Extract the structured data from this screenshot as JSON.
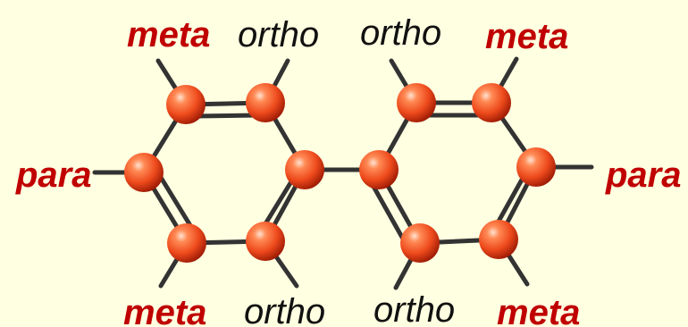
{
  "labels": {
    "meta_top_left": "meta",
    "ortho_top_left": "ortho",
    "ortho_top_right": "ortho",
    "meta_top_right": "meta",
    "para_left": "para",
    "para_right": "para",
    "meta_bottom_left": "meta",
    "ortho_bottom_left": "ortho",
    "ortho_bottom_right": "ortho",
    "meta_bottom_right": "meta"
  },
  "colors": {
    "background": "#FFFFE1",
    "position_label_red": "#C00000",
    "position_label_black": "#111111",
    "bond": "#333333",
    "atom": "#EE4A1C",
    "atom_highlight": "#FFE2D0",
    "atom_shadow": "#9C1A04"
  }
}
